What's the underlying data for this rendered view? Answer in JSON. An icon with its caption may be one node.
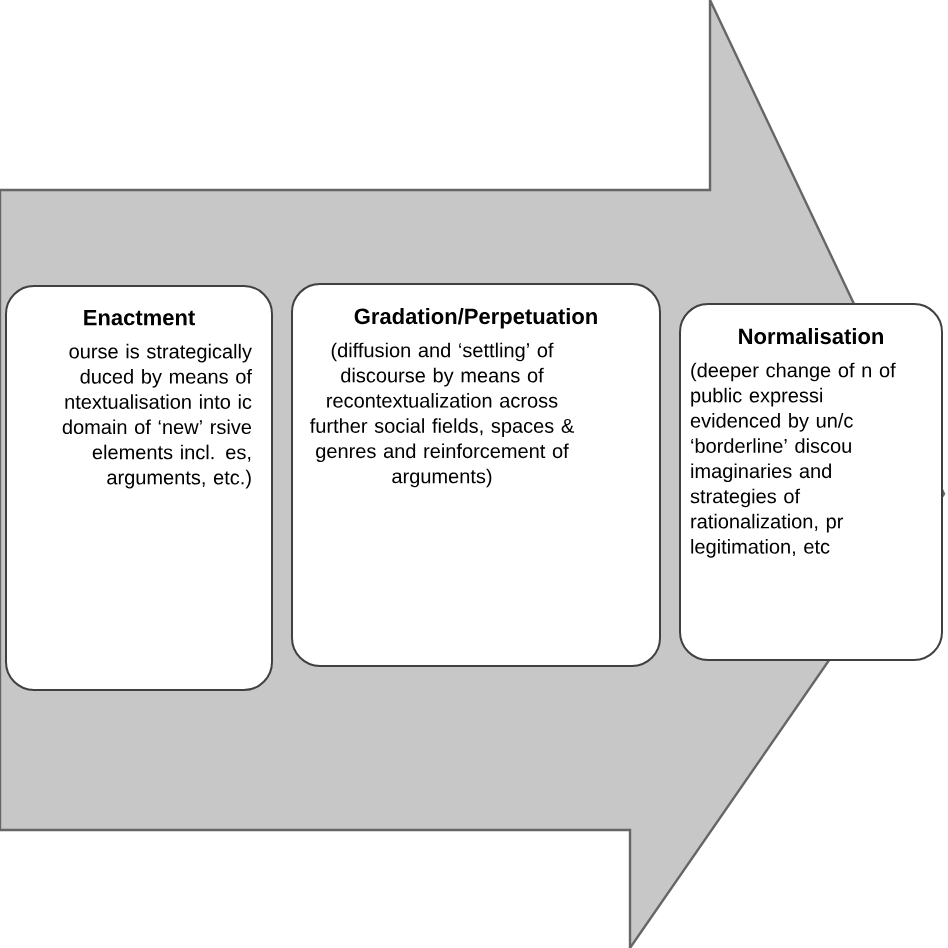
{
  "diagram": {
    "nodes": [
      {
        "text": [
          "Enactment",
          "ourse is strategically duced by means of ntextualisation into ic domain of ‘new’ rsive elements incl. es, arguments, etc.)"
        ]
      },
      {
        "text": [
          "Gradation/Perpetuation",
          "(diffusion and ‘settling’ of discourse by means of recontextualization across further social fields, spaces & genres and reinforcement of arguments)"
        ]
      },
      {
        "text": [
          "Normalisation",
          "(deeper change of n of public expressi evidenced by un/c ‘borderline’ discou imaginaries and strategies of rationalization, pr legitimation, etc"
        ]
      }
    ],
    "edges": [
      {
        "from": 0,
        "to": 2,
        "arrow": "to"
      }
    ]
  }
}
